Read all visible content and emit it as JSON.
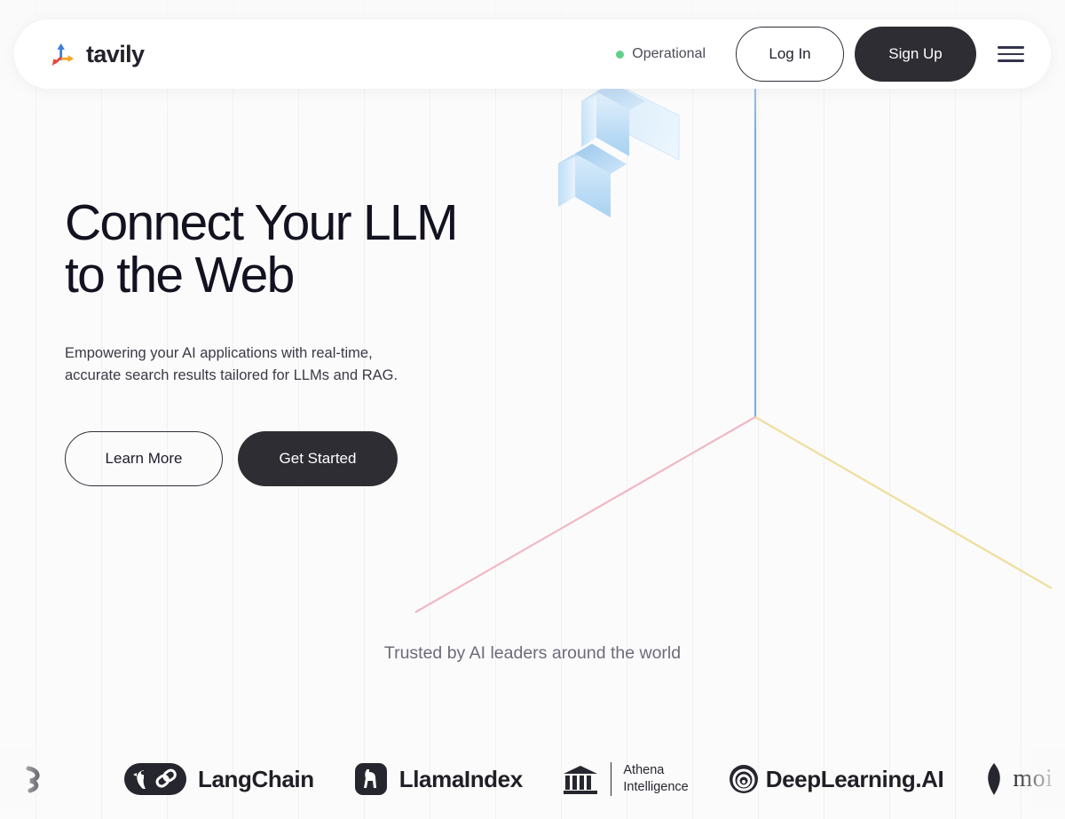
{
  "header": {
    "brand_name": "tavily",
    "brand_icon": "axis-arrows-logo-icon",
    "status_label": "Operational",
    "status_dot_color": "#5fd08a",
    "login_label": "Log In",
    "signup_label": "Sign Up",
    "menu_icon": "hamburger-menu-icon"
  },
  "hero": {
    "title_line1": "Connect Your LLM",
    "title_line2": "to the Web",
    "subtitle_line1": "Empowering your AI applications with real-time,",
    "subtitle_line2": "accurate search results tailored for LLMs and RAG.",
    "learn_more_label": "Learn More",
    "get_started_label": "Get Started"
  },
  "illustration": {
    "axis_vertical_color": "#7aaee0",
    "axis_right_color": "#f0dfa0",
    "axis_left_color": "#f0b9c4",
    "cube_color": "#c5dff5",
    "cube_count": 3
  },
  "trusted": {
    "heading": "Trusted by AI leaders around the world",
    "logos": [
      {
        "name": "partial-logo",
        "label": "",
        "icon": "partial-crescent-icon"
      },
      {
        "name": "langchain",
        "label": "LangChain",
        "icon": "parrot-chain-icon"
      },
      {
        "name": "llamaindex",
        "label": "LlamaIndex",
        "icon": "llama-square-icon"
      },
      {
        "name": "athena-intelligence",
        "label_line1": "Athena",
        "label_line2": "Intelligence",
        "icon": "classical-building-icon"
      },
      {
        "name": "deeplearning-ai",
        "label": "DeepLearning.AI",
        "icon": "spiral-icon"
      },
      {
        "name": "moi",
        "label": "moi",
        "icon": "leaf-seed-icon"
      }
    ]
  },
  "colors": {
    "page_background": "#fafafa",
    "dark_button": "#2d2d33",
    "text_primary": "#121220",
    "text_muted": "#6c6c7a"
  }
}
